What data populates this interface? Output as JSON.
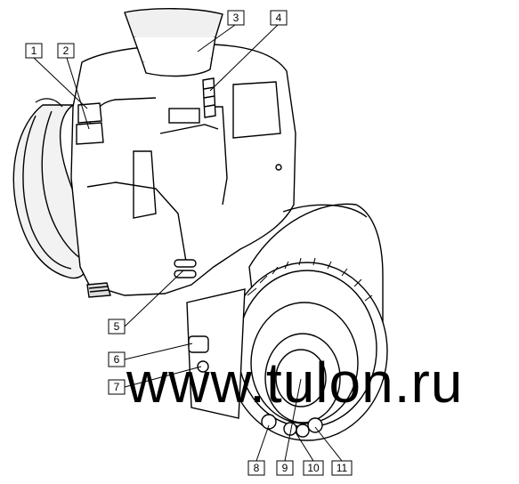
{
  "watermark": "www.tulon.ru",
  "callouts": [
    {
      "number": "1"
    },
    {
      "number": "2"
    },
    {
      "number": "3"
    },
    {
      "number": "4"
    },
    {
      "number": "5"
    },
    {
      "number": "6"
    },
    {
      "number": "7"
    },
    {
      "number": "8"
    },
    {
      "number": "9"
    },
    {
      "number": "10"
    },
    {
      "number": "11"
    }
  ]
}
